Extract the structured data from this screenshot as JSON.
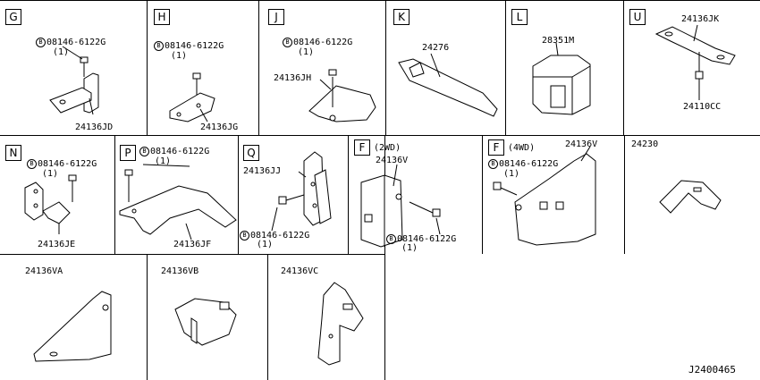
{
  "bolt_symbol": "B",
  "bolt_part": "08146-6122G",
  "bolt_qty": "(1)",
  "panels": {
    "G": {
      "letter": "G",
      "part": "24136JD"
    },
    "H": {
      "letter": "H",
      "part": "24136JG"
    },
    "J": {
      "letter": "J",
      "part": "24136JH"
    },
    "K": {
      "letter": "K",
      "part": "24276"
    },
    "L": {
      "letter": "L",
      "part": "28351M"
    },
    "U": {
      "letter": "U",
      "part_top": "24136JK",
      "part_bottom": "24110CC"
    },
    "N": {
      "letter": "N",
      "part": "24136JE"
    },
    "P": {
      "letter": "P",
      "part": "24136JF"
    },
    "Q": {
      "letter": "Q",
      "part": "24136JJ"
    },
    "F2": {
      "letter": "F",
      "note": "(2WD)",
      "part": "24136V"
    },
    "F4": {
      "letter": "F",
      "note": "(4WD)",
      "part": "24136V"
    },
    "misc": {
      "part": "24230"
    },
    "VA": {
      "part": "24136VA"
    },
    "VB": {
      "part": "24136VB"
    },
    "VC": {
      "part": "24136VC"
    }
  },
  "diagram_code": "J2400465"
}
